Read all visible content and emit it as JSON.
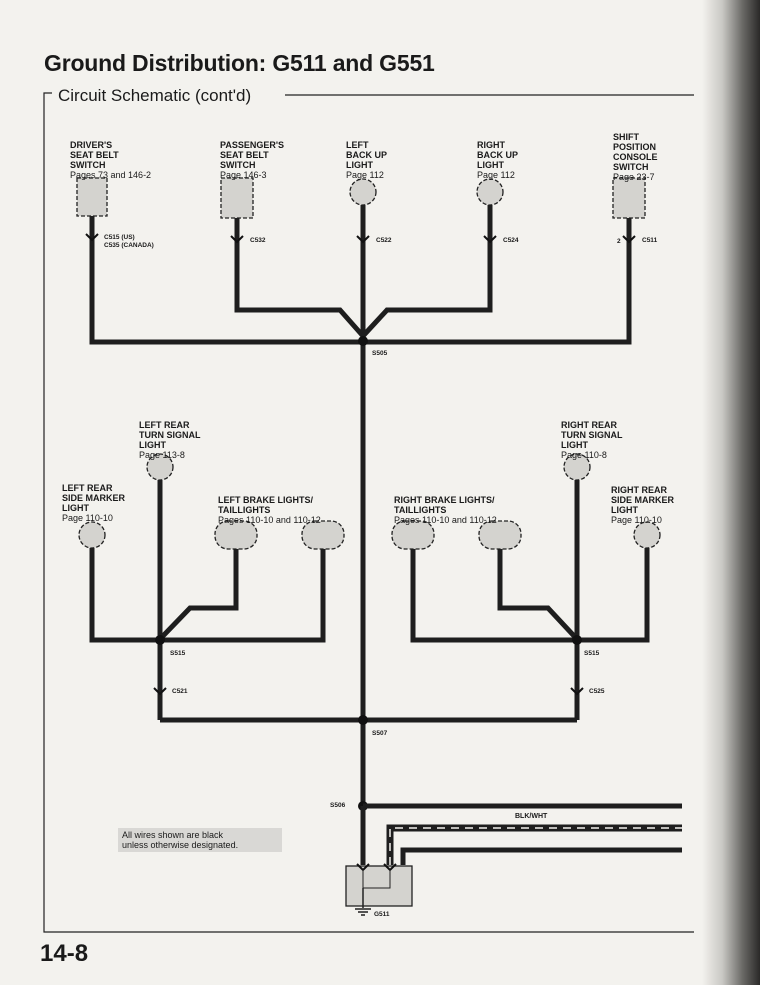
{
  "page": {
    "title": "Ground Distribution: G511 and G551",
    "subtitle": "Circuit Schematic (cont'd)",
    "page_number": "14-8",
    "note": "All wires shown are black\nunless otherwise designated."
  },
  "components": {
    "drivers_seat_belt": {
      "name": "DRIVER'S\nSEAT BELT\nSWITCH",
      "ref": "Pages 73 and 146-2"
    },
    "passengers_seat_belt": {
      "name": "PASSENGER'S\nSEAT BELT\nSWITCH",
      "ref": "Page 146-3"
    },
    "left_back_up": {
      "name": "LEFT\nBACK UP\nLIGHT",
      "ref": "Page 112"
    },
    "right_back_up": {
      "name": "RIGHT\nBACK UP\nLIGHT",
      "ref": "Page 112"
    },
    "shift_position": {
      "name": "SHIFT\nPOSITION\nCONSOLE\nSWITCH",
      "ref": "Page 23-7"
    },
    "left_rear_turn": {
      "name": "LEFT REAR\nTURN SIGNAL\nLIGHT",
      "ref": "Page 113-8"
    },
    "left_rear_side_marker": {
      "name": "LEFT REAR\nSIDE MARKER\nLIGHT",
      "ref": "Page 110-10"
    },
    "left_brake": {
      "name": "LEFT BRAKE LIGHTS/\nTAILLIGHTS",
      "ref": "Pages 110-10 and 110-12"
    },
    "right_brake": {
      "name": "RIGHT BRAKE LIGHTS/\nTAILLIGHTS",
      "ref": "Pages 110-10 and 110-12"
    },
    "right_rear_turn": {
      "name": "RIGHT REAR\nTURN SIGNAL\nLIGHT",
      "ref": "Page 110-8"
    },
    "right_rear_side_marker": {
      "name": "RIGHT REAR\nSIDE MARKER\nLIGHT",
      "ref": "Page 110-10"
    }
  },
  "connectors": {
    "c515": "C515 (US)\nC535 (CANADA)",
    "c532": "C532",
    "c522": "C522",
    "c524": "C524",
    "c511": "C511",
    "c511_pin": "2",
    "c521": "C521",
    "c525": "C525"
  },
  "splices": {
    "s505": "S505",
    "s515_left": "S515",
    "s515_right": "S515",
    "s507": "S507",
    "s506": "S506"
  },
  "ground": {
    "label": "G511"
  },
  "wires": {
    "blk_wht": "BLK/WHT"
  },
  "colors": {
    "wire": "#1e1e1e",
    "component_fill": "#d4d3cf",
    "background": "#f3f2ee"
  }
}
